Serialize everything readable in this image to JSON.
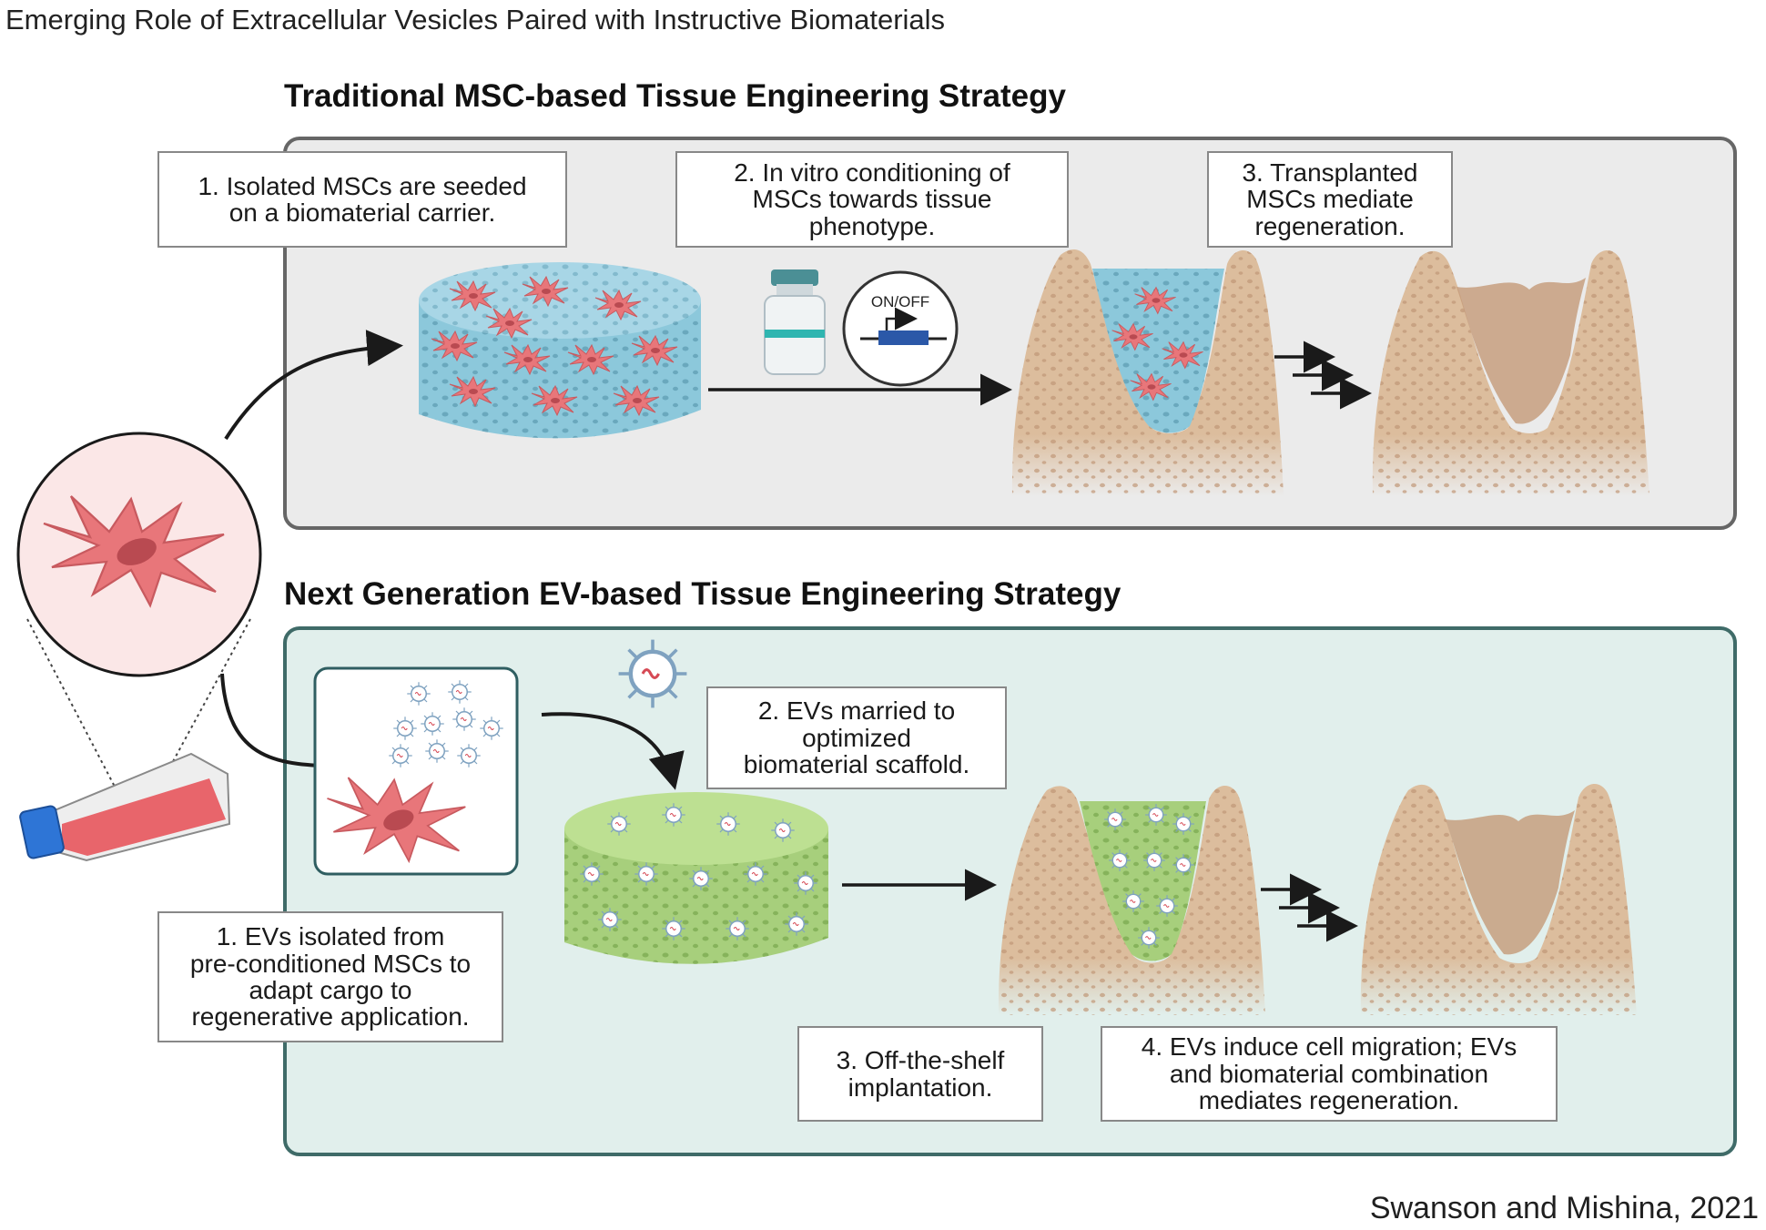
{
  "page_title": "Emerging Role of Extracellular Vesicles Paired with Instructive Biomaterials",
  "msc_section": {
    "title": "Traditional MSC-based Tissue Engineering Strategy",
    "steps": [
      "1. Isolated MSCs are seeded\non a biomaterial carrier.",
      "2. In vitro conditioning of\nMSCs towards tissue\nphenotype.",
      "3. Transplanted\nMSCs mediate\nregeneration."
    ],
    "switch_label": "ON/OFF"
  },
  "ev_section": {
    "title": "Next Generation EV-based Tissue Engineering Strategy",
    "steps": [
      "1. EVs isolated from\npre-conditioned MSCs to\nadapt cargo to\nregenerative application.",
      "2. EVs married to\noptimized\nbiomaterial scaffold.",
      "3. Off-the-shelf\nimplantation.",
      "4. EVs induce cell migration; EVs\nand biomaterial combination\nmediates regeneration."
    ]
  },
  "citation": "Swanson and Mishina, 2021",
  "colors": {
    "msc_panel_bg": "#ebebeb",
    "ev_panel_bg": "#e1efec",
    "cell": "#e8767a",
    "msc_scaffold": "#8cc8db",
    "ev_scaffold": "#a7cf7c",
    "bone": "#dcbd9d"
  }
}
